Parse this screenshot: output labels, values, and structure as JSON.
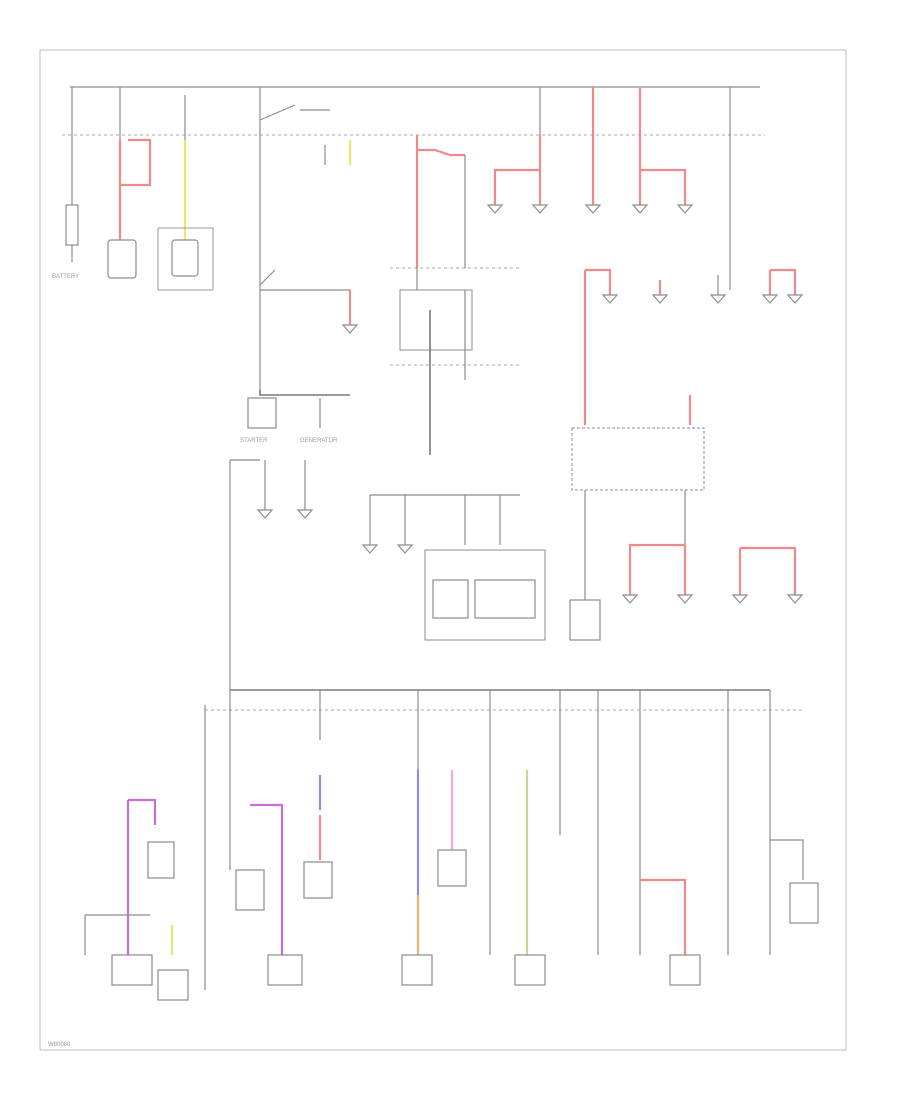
{
  "diagram": {
    "labels": {
      "battery": "BATTERY",
      "starter": "STARTER",
      "generator": "GENERATOR",
      "figure_id": "W80080"
    }
  }
}
